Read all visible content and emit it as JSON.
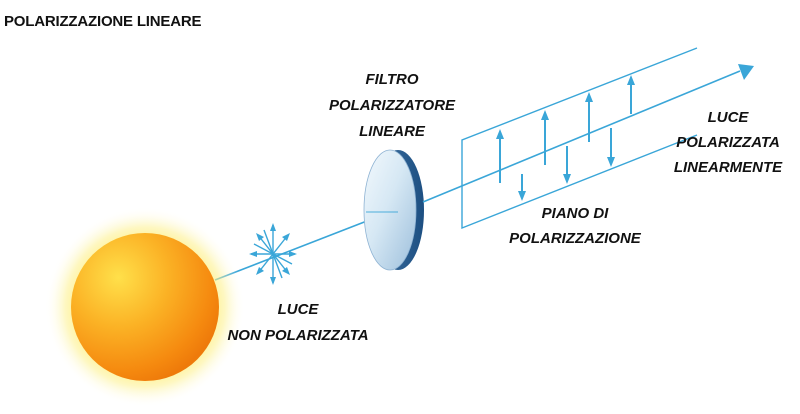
{
  "title": "POLARIZZAZIONE LINEARE",
  "labels": {
    "filter": [
      "FILTRO",
      "POLARIZZATORE",
      "LINEARE"
    ],
    "unpolarized": [
      "LUCE",
      "NON POLARIZZATA"
    ],
    "polarized": [
      "LUCE",
      "POLARIZZATA",
      "LINEARMENTE"
    ],
    "plane": [
      "PIANO DI",
      "POLARIZZAZIONE"
    ]
  },
  "colors": {
    "beam": "#3aa6d8",
    "text": "#111111",
    "sun_core": "#f7a416",
    "sun_glow": "#fbe94a",
    "lens_light": "#eef6fb",
    "lens_dark": "#6c9cc4"
  },
  "icons": {
    "sun": "sun-icon",
    "unpolarized_star": "unpolarized-light-icon",
    "filter": "polarizing-filter-icon"
  }
}
